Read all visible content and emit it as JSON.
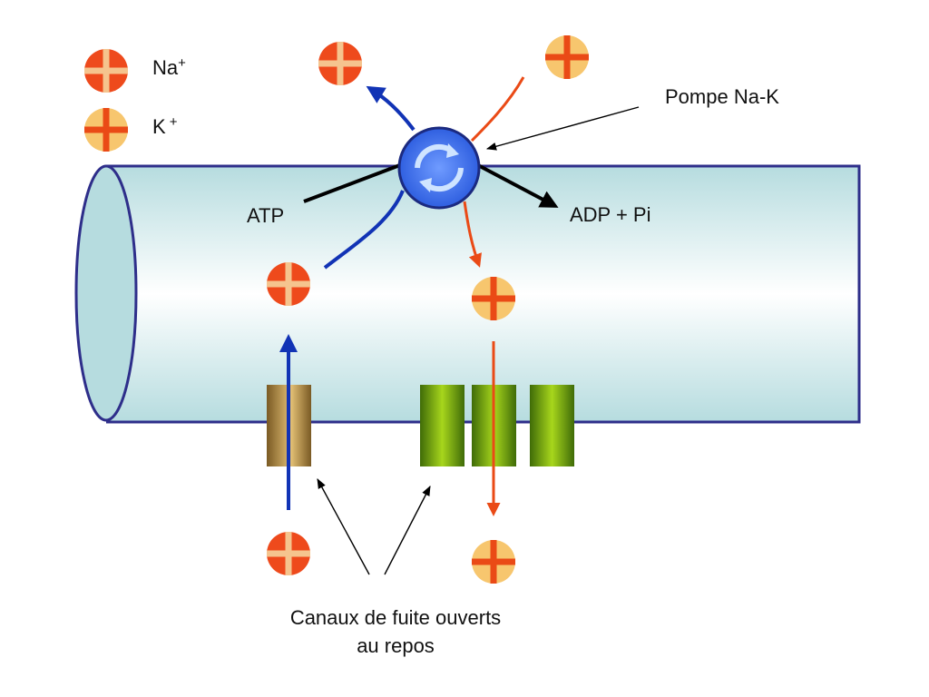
{
  "legend": {
    "na_label": "Na",
    "na_sup": "+",
    "k_label": "K",
    "k_sup": "+"
  },
  "labels": {
    "pump": "Pompe Na-K",
    "atp": "ATP",
    "adp": "ADP + Pi",
    "channels_line1": "Canaux de fuite ouverts",
    "channels_line2": "au repos"
  },
  "colors": {
    "cell_outline": "#2e2e8a",
    "cell_fill_top": "#b9dde0",
    "cell_fill_mid": "#ffffff",
    "na_ion_body": "#ee4a1c",
    "na_ion_cross": "#f5c48e",
    "k_ion_body": "#f7c66e",
    "k_ion_cross": "#ea4a16",
    "na_arrow": "#1133b5",
    "k_arrow": "#ea4a16",
    "pump_body": "#3b6fe8",
    "k_channel": "#7fae12",
    "na_channel": "#a58144"
  }
}
